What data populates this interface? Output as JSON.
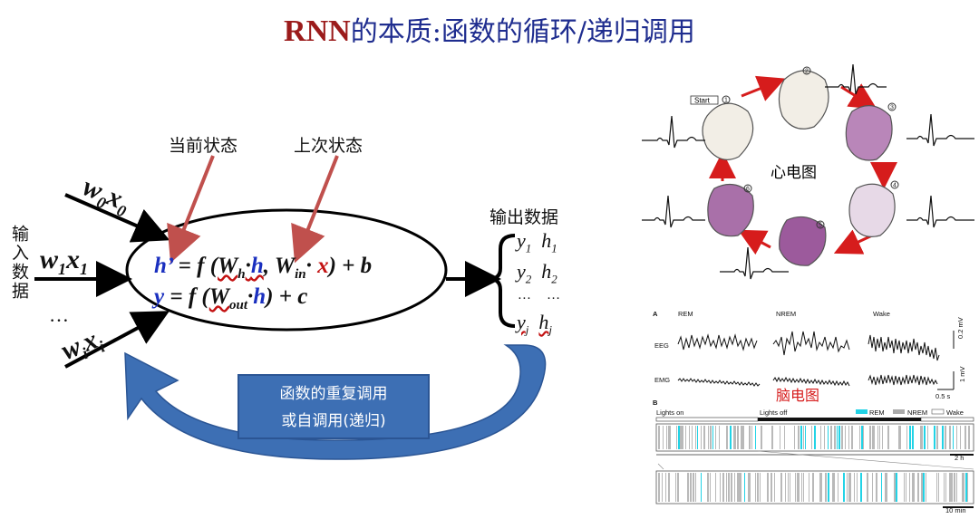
{
  "title": {
    "main": "RNN",
    "rest": "的本质:函数的循环/递归调用"
  },
  "labels": {
    "current_state": "当前状态",
    "previous_state": "上次状态",
    "output_data": "输出数据",
    "input_data": "输入数据",
    "dots": "…"
  },
  "inputs": [
    {
      "w": "w",
      "w_sub": "0",
      "x": "x",
      "x_sub": "0"
    },
    {
      "w": "w",
      "w_sub": "1",
      "x": "x",
      "x_sub": "1"
    },
    {
      "w": "w",
      "w_sub": "i",
      "x": "x",
      "x_sub": "i"
    }
  ],
  "equation1": {
    "lhs": "h’",
    "eq": " = f (",
    "W": "W",
    "W_sub": "h",
    "dot1": "·",
    "h": "h",
    "comma": ", ",
    "W2": "W",
    "W2_sub": "in",
    "dot2": "· ",
    "x": "x",
    "tail": ") + b"
  },
  "equation2": {
    "lhs": "y",
    "eq": "  = f (",
    "W": "W",
    "W_sub": "out",
    "dot": "·",
    "h": "h",
    "tail": ") + c"
  },
  "outputs": [
    {
      "y": "y",
      "y_sub": "1",
      "h": "h",
      "h_sub": "1"
    },
    {
      "y": "y",
      "y_sub": "2",
      "h": "h",
      "h_sub": "2"
    },
    {
      "y": "…",
      "y_sub": "",
      "h": "…",
      "h_sub": ""
    },
    {
      "y": "y",
      "y_sub": "j",
      "h": "h",
      "h_sub": "j"
    }
  ],
  "loop_box": {
    "line1": "函数的重复调用",
    "line2": "或自调用(递归)"
  },
  "ecg": {
    "label": "心电图",
    "start": "Start",
    "steps": [
      "1",
      "2",
      "3",
      "4",
      "5",
      "6"
    ]
  },
  "eeg": {
    "label": "脑电图",
    "panel_a": "A",
    "panel_b": "B",
    "states": [
      "REM",
      "NREM",
      "Wake"
    ],
    "rows": [
      "EEG",
      "EMG"
    ],
    "scale_eeg": "0.2 mV",
    "scale_emg": "1 mV",
    "scale_time": "0.5 s",
    "lights_on": "Lights on",
    "lights_off": "Lights off",
    "legend": [
      "REM",
      "NREM",
      "Wake"
    ],
    "scale_b1": "2 h",
    "scale_b2": "10 min"
  },
  "colors": {
    "title_red": "#9b1b1b",
    "title_blue": "#1f2d8f",
    "arrow_red": "#c0504d",
    "loop_blue": "#3d6fb4",
    "heart_purple": "#8b3a8b",
    "rem_cyan": "#22d3e6"
  }
}
